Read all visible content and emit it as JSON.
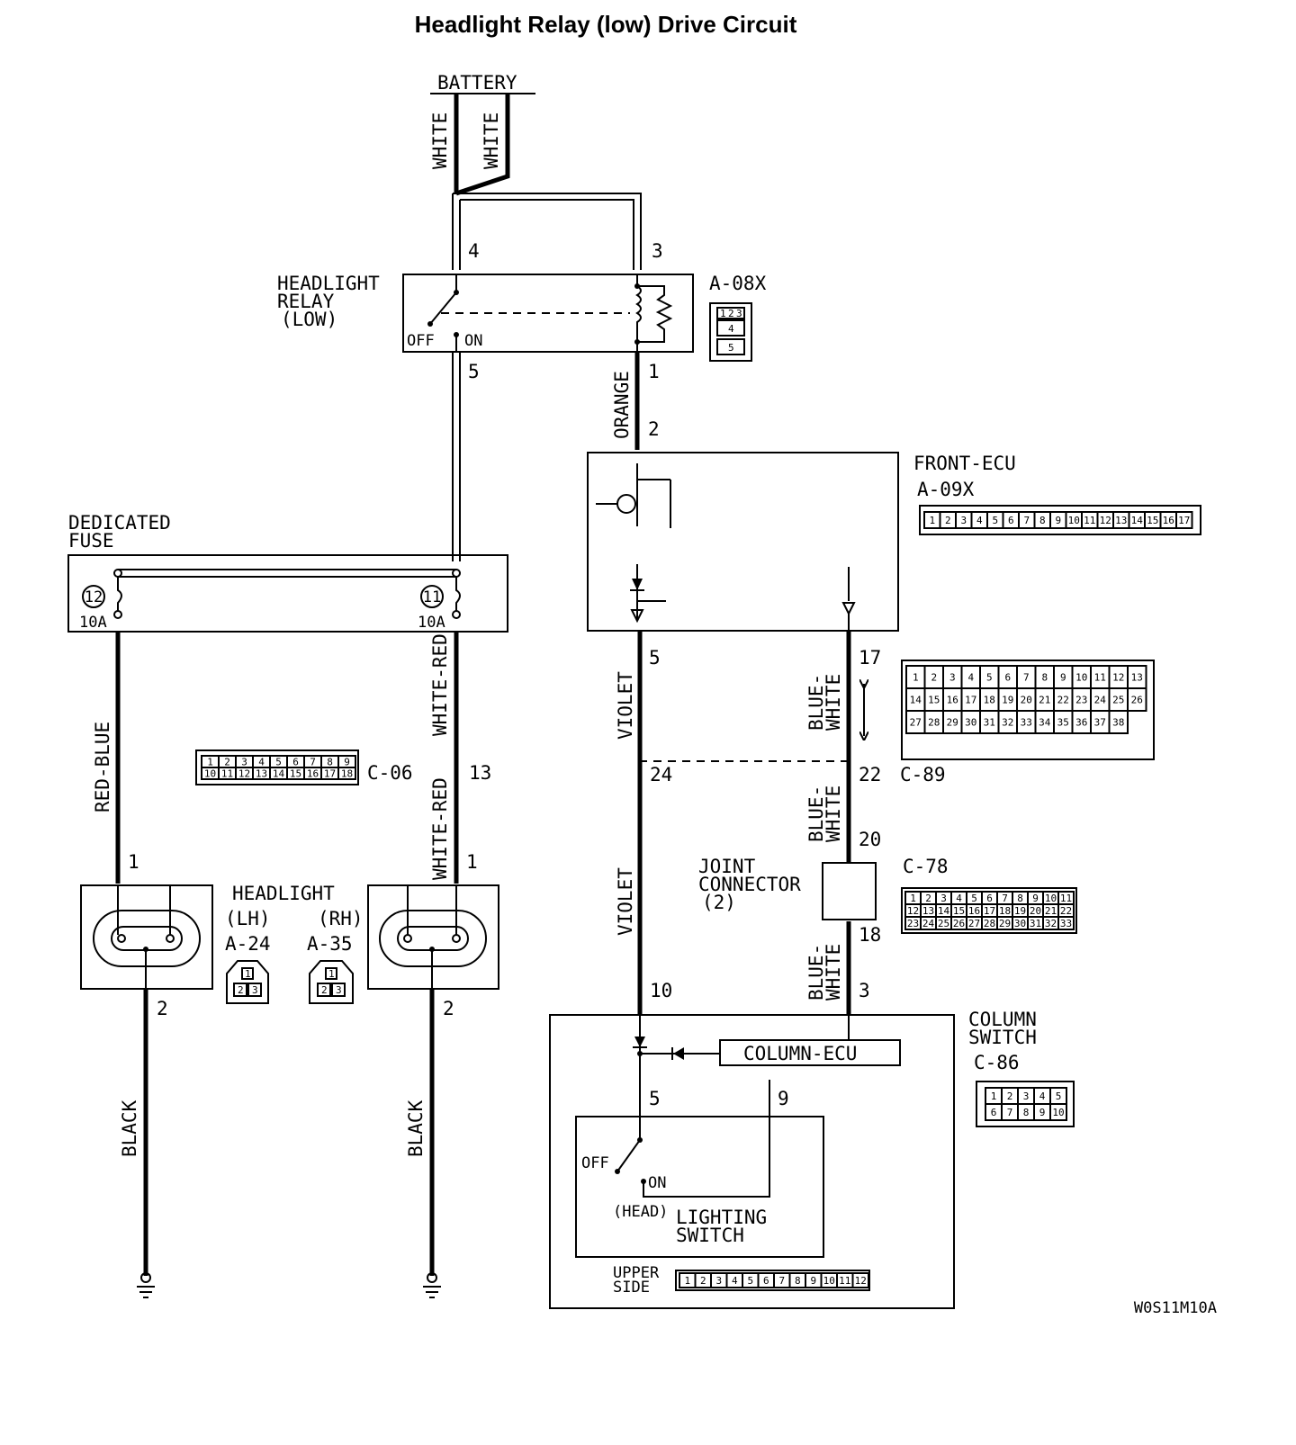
{
  "title": "Headlight Relay (low) Drive Circuit",
  "code": "W0S11M10A",
  "battery": "BATTERY",
  "wire_colors": {
    "white": "WHITE",
    "orange": "ORANGE",
    "red_blue": "RED-BLUE",
    "white_red": "WHITE-RED",
    "violet": "VIOLET",
    "blue_white_a": "BLUE-",
    "blue_white_b": "WHITE",
    "black": "BLACK"
  },
  "relay": {
    "name_1": "HEADLIGHT",
    "name_2": "RELAY",
    "name_3": "(LOW)",
    "off": "OFF",
    "on": "ON",
    "connector": "A-08X",
    "pins": [
      "1",
      "2",
      "3",
      "4",
      "5"
    ]
  },
  "fuse": {
    "name_1": "DEDICATED",
    "name_2": "FUSE",
    "num_left": "12",
    "num_right": "11",
    "rating": "10A"
  },
  "front_ecu": {
    "name": "FRONT-ECU",
    "connector": "A-09X",
    "pins": [
      "1",
      "2",
      "3",
      "4",
      "5",
      "6",
      "7",
      "8",
      "9",
      "10",
      "11",
      "12",
      "13",
      "14",
      "15",
      "16",
      "17"
    ]
  },
  "headlight": {
    "name": "HEADLIGHT",
    "lh": "(LH)",
    "rh": "(RH)",
    "conn_lh": "A-24",
    "conn_rh": "A-35",
    "pins": [
      "1",
      "2",
      "3"
    ]
  },
  "connectors": {
    "c06": "C-06",
    "c06_pins": [
      "1",
      "2",
      "3",
      "4",
      "5",
      "6",
      "7",
      "8",
      "9",
      "10",
      "11",
      "12",
      "13",
      "14",
      "15",
      "16",
      "17",
      "18"
    ],
    "c89": "C-89",
    "c89_pins": [
      "1",
      "2",
      "3",
      "4",
      "5",
      "6",
      "7",
      "8",
      "9",
      "10",
      "11",
      "12",
      "13",
      "14",
      "15",
      "16",
      "17",
      "18",
      "19",
      "20",
      "21",
      "22",
      "23",
      "24",
      "25",
      "26",
      "27",
      "28",
      "29",
      "30",
      "31",
      "32",
      "33",
      "34",
      "35",
      "36",
      "37",
      "38"
    ],
    "c78": "C-78",
    "c78_pins": [
      "1",
      "2",
      "3",
      "4",
      "5",
      "6",
      "7",
      "8",
      "9",
      "10",
      "11",
      "12",
      "13",
      "14",
      "15",
      "16",
      "17",
      "18",
      "19",
      "20",
      "21",
      "22",
      "23",
      "24",
      "25",
      "26",
      "27",
      "28",
      "29",
      "30",
      "31",
      "32",
      "33"
    ],
    "c86": "C-86",
    "c86_pins": [
      "1",
      "2",
      "3",
      "4",
      "5",
      "6",
      "7",
      "8",
      "9",
      "10"
    ],
    "upper_side_pins": [
      "1",
      "2",
      "3",
      "4",
      "5",
      "6",
      "7",
      "8",
      "9",
      "10",
      "11",
      "12"
    ]
  },
  "joint": {
    "name_1": "JOINT",
    "name_2": "CONNECTOR",
    "name_3": "(2)"
  },
  "column_switch": {
    "name_1": "COLUMN",
    "name_2": "SWITCH",
    "ecu": "COLUMN-ECU",
    "lighting_1": "LIGHTING",
    "lighting_2": "SWITCH",
    "head": "(HEAD)",
    "off": "OFF",
    "on": "ON",
    "upper_1": "UPPER",
    "upper_2": "SIDE"
  },
  "pin_numbers": {
    "relay_4": "4",
    "relay_3": "3",
    "relay_5": "5",
    "relay_1": "1",
    "ecu_2": "2",
    "ecu_5": "5",
    "ecu_17": "17",
    "c06_13": "13",
    "hl_l_1": "1",
    "hl_r_1": "1",
    "hl_l_2": "2",
    "hl_r_2": "2",
    "c89_24": "24",
    "c89_22": "22",
    "jc_20": "20",
    "jc_18": "18",
    "cs_10": "10",
    "cs_3": "3",
    "ls_5": "5",
    "ls_9": "9"
  }
}
